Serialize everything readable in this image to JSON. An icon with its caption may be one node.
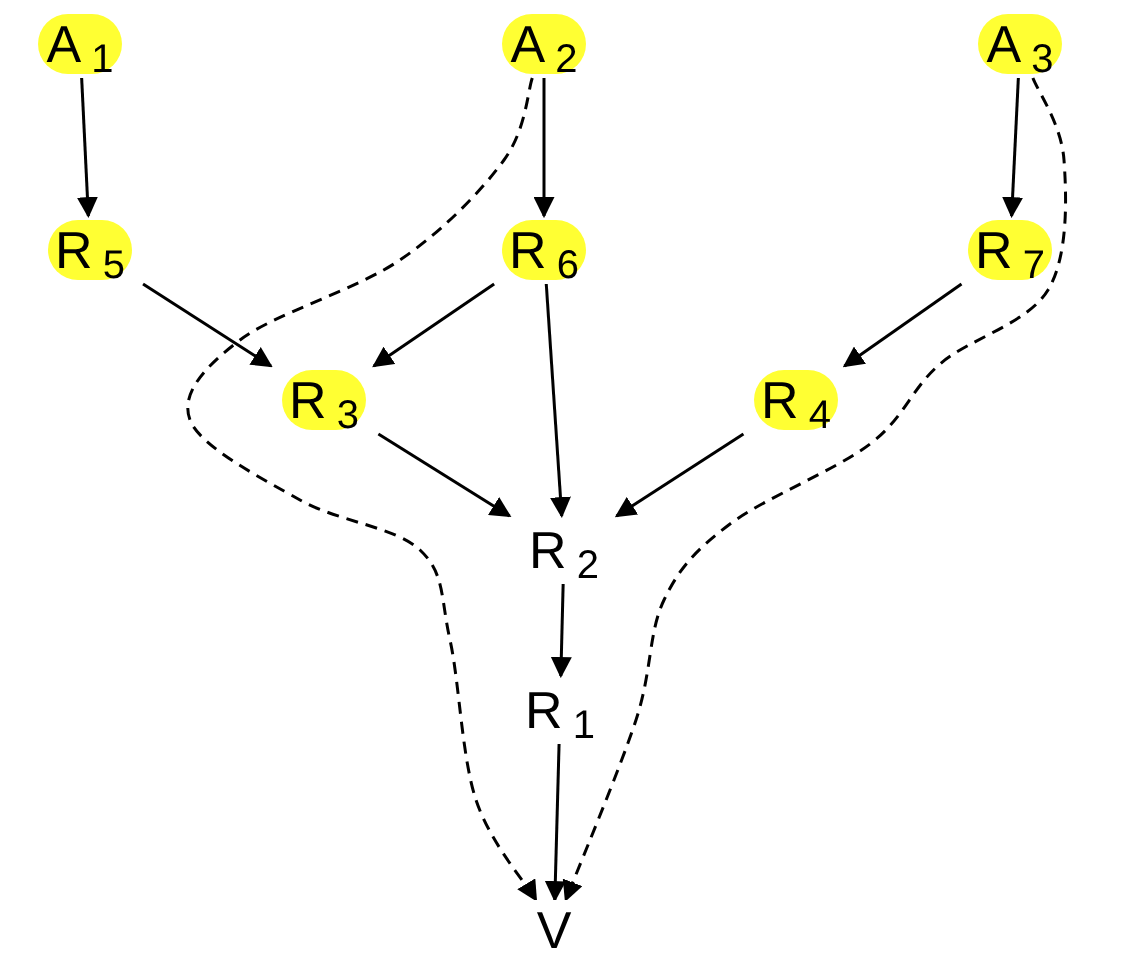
{
  "diagram": {
    "nodes": [
      {
        "text": [
          "A$_{1}$"
        ]
      },
      {
        "text": [
          "A$_{2}$"
        ]
      },
      {
        "text": [
          "A$_{3}$"
        ]
      },
      {
        "text": [
          "R$_{5}$"
        ]
      },
      {
        "text": [
          "R$_{6}$"
        ]
      },
      {
        "text": [
          "R$_{7}$"
        ]
      },
      {
        "text": [
          "R$_{3}$"
        ]
      },
      {
        "text": [
          "R$_{4}$"
        ]
      },
      {
        "text": [
          "R$_{2}$"
        ]
      },
      {
        "text": [
          "R$_{1}$"
        ]
      },
      {
        "text": [
          "V"
        ]
      }
    ],
    "edges": [
      {
        "from": 0,
        "to": 3,
        "arrow": "to"
      },
      {
        "from": 1,
        "to": 4,
        "arrow": "to"
      },
      {
        "from": 2,
        "to": 5,
        "arrow": "to"
      },
      {
        "from": 3,
        "to": 6,
        "arrow": "to"
      },
      {
        "from": 4,
        "to": 6,
        "arrow": "to"
      },
      {
        "from": 4,
        "to": 8,
        "arrow": "to"
      },
      {
        "from": 6,
        "to": 8,
        "arrow": "to"
      },
      {
        "from": 5,
        "to": 7,
        "arrow": "to"
      },
      {
        "from": 7,
        "to": 8,
        "arrow": "to"
      },
      {
        "from": 8,
        "to": 9,
        "arrow": "to"
      },
      {
        "from": 9,
        "to": 10,
        "arrow": "to"
      },
      {
        "from": 1,
        "to": 10,
        "arrow": "to",
        "style": "dashed"
      },
      {
        "from": 2,
        "to": 10,
        "arrow": "to",
        "style": "dashed"
      }
    ]
  }
}
